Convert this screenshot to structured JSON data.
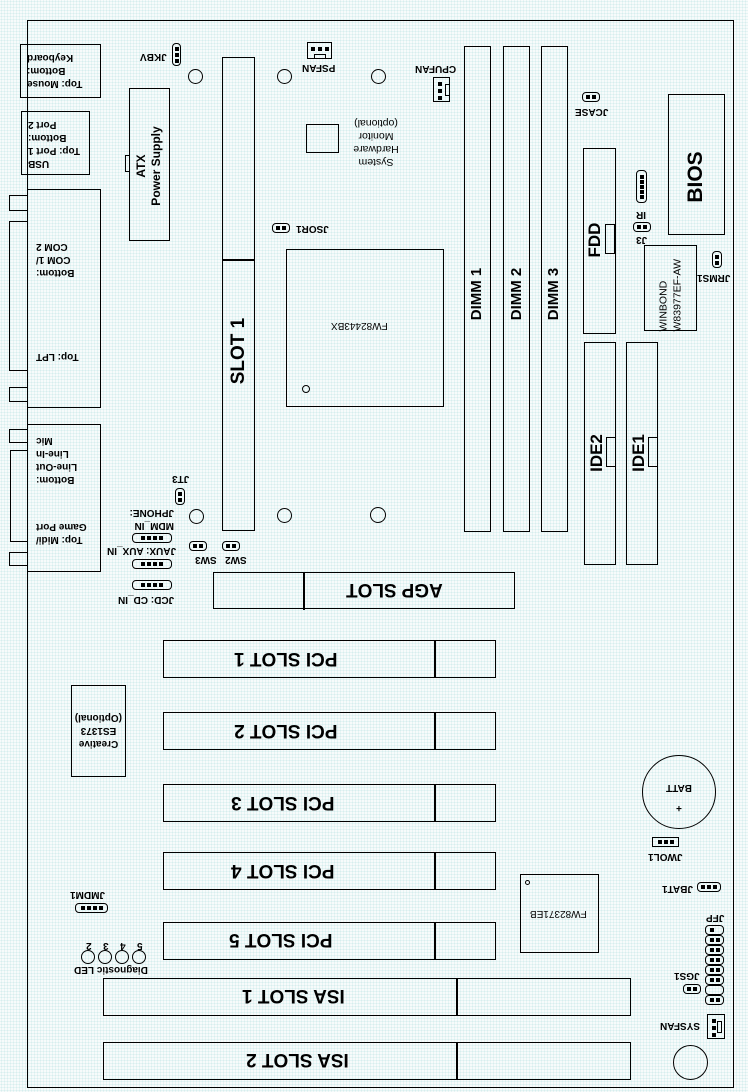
{
  "board": {
    "orientation": "rotated 180 degrees",
    "background_color": "#f7fbfb",
    "line_color": "#000000"
  },
  "back_panel": {
    "keyboard_mouse": [
      "Top: Mouse",
      "Bottom:",
      "Keyboard"
    ],
    "usb": [
      "USB",
      "Top: Port 1",
      "Bottom:",
      "Port 2"
    ],
    "lpt_com": [
      "Top: LPT",
      "Bottom:",
      "COM 1/",
      "COM 2"
    ],
    "audio": [
      "Top: Midi/",
      "Game Port",
      "Bottom:",
      "Line-Out",
      "Line-In",
      "Mic"
    ]
  },
  "power": {
    "atx_line1": "ATX",
    "atx_line2": "Power Supply"
  },
  "slots": {
    "slot1": "SLOT 1",
    "agp": "AGP SLOT",
    "pci": [
      "PCI SLOT 1",
      "PCI SLOT 2",
      "PCI SLOT 3",
      "PCI SLOT 4",
      "PCI SLOT 5"
    ],
    "isa": [
      "ISA SLOT 1",
      "ISA SLOT 2"
    ],
    "dimm": [
      "DIMM 1",
      "DIMM 2",
      "DIMM 3"
    ]
  },
  "chips": {
    "northbridge": "FW82443BX",
    "southbridge": "FW82371EB",
    "bios": "BIOS",
    "winbond_line1": "WINBOND",
    "winbond_line2": "W83977EF-AW",
    "creative": [
      "Creative",
      "ES1373",
      "(Optional)"
    ],
    "hw_monitor": [
      "System",
      "Hardware",
      "Monitor",
      "(optional)"
    ],
    "battery": "BATT",
    "battery_plus": "+"
  },
  "drives": {
    "fdd": "FDD",
    "ide1": "IDE1",
    "ide2": "IDE2"
  },
  "fans": {
    "psfan": "PSFAN",
    "cpufan": "CPUFAN",
    "sysfan": "SYSFAN"
  },
  "jumpers": {
    "jkbv": "JKBV",
    "jsor1": "JSOR1",
    "jcase": "JCASE",
    "ir": "IR",
    "j3": "J3",
    "jrms1": "JRMS1",
    "jt3": "JT3",
    "jphone": [
      "JPHONE:",
      "MDM_IN"
    ],
    "jaux": "JAUX: AUX_IN",
    "jcd": "JCD: CD_IN",
    "sw2": "SW2",
    "sw3": "SW3",
    "jwol1": "JWOL1",
    "jbat1": "JBAT1",
    "jfp": "JFP",
    "jgs1": "JGS1",
    "jmdm1": "JMDM1"
  },
  "diagnostic_led": {
    "label": "Diagnostic LED",
    "numbers": [
      "2",
      "3",
      "4",
      "5"
    ]
  }
}
